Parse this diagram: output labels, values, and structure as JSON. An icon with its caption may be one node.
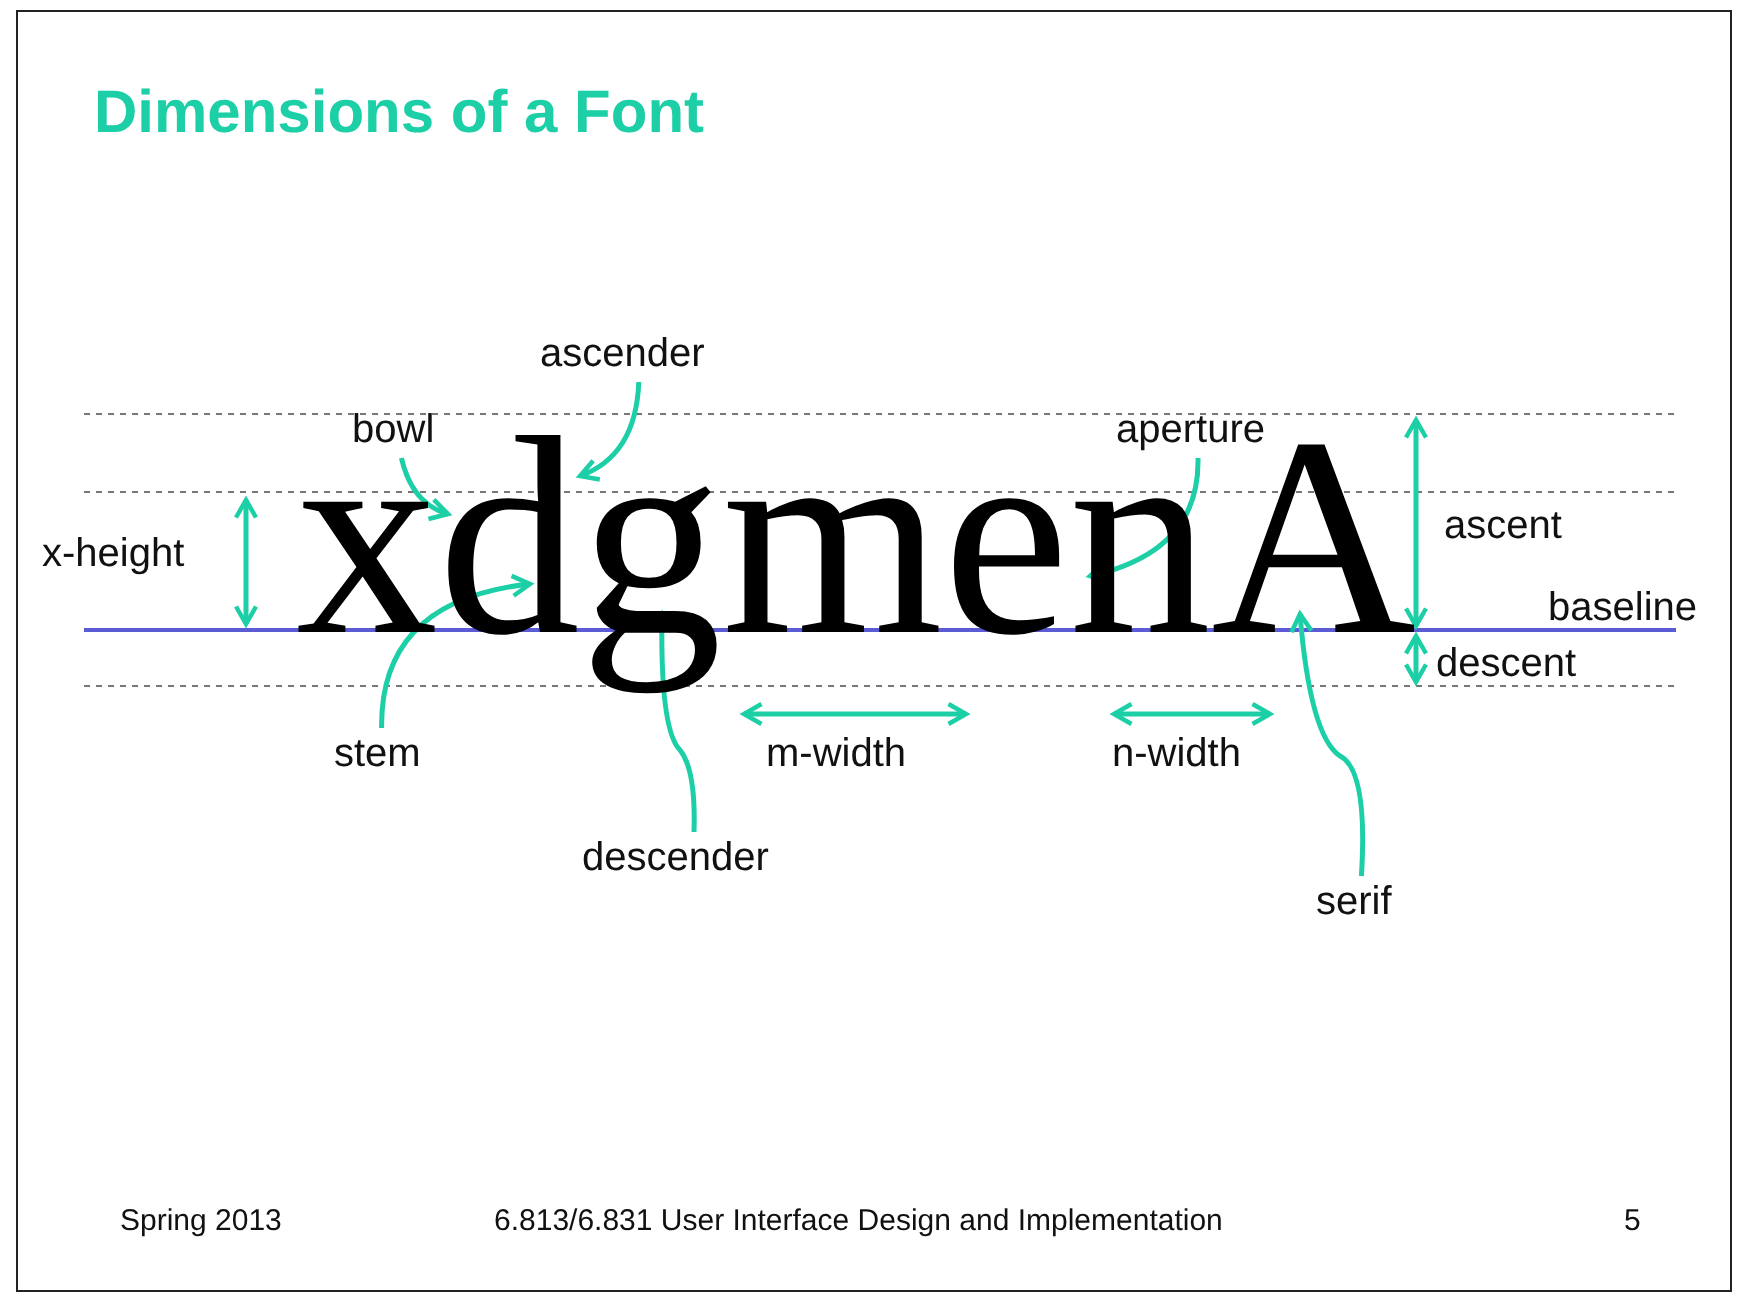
{
  "diagram": {
    "title": "Dimensions of a Font",
    "nodes": [
      {
        "text": [
          "ascender"
        ]
      },
      {
        "text": [
          "bowl"
        ]
      },
      {
        "text": [
          "aperture"
        ]
      },
      {
        "text": [
          "stem"
        ]
      },
      {
        "text": [
          "descender"
        ]
      },
      {
        "text": [
          "serif"
        ]
      },
      {
        "text": [
          "xdgmenA"
        ]
      }
    ],
    "edges": [
      {
        "from": 0,
        "to": 6,
        "arrow": "to"
      },
      {
        "from": 1,
        "to": 6,
        "arrow": "to"
      },
      {
        "from": 2,
        "to": 6,
        "arrow": "to"
      },
      {
        "from": 3,
        "to": 6,
        "arrow": "to"
      },
      {
        "from": 4,
        "to": 6,
        "arrow": "to"
      },
      {
        "from": 5,
        "to": 6,
        "arrow": "to"
      }
    ],
    "labels": [
      "x-height",
      "ascent",
      "baseline",
      "descent",
      "m-width",
      "n-width",
      "Spring 2013",
      "6.813/6.831 User Interface Design and Implementation",
      "5"
    ]
  }
}
